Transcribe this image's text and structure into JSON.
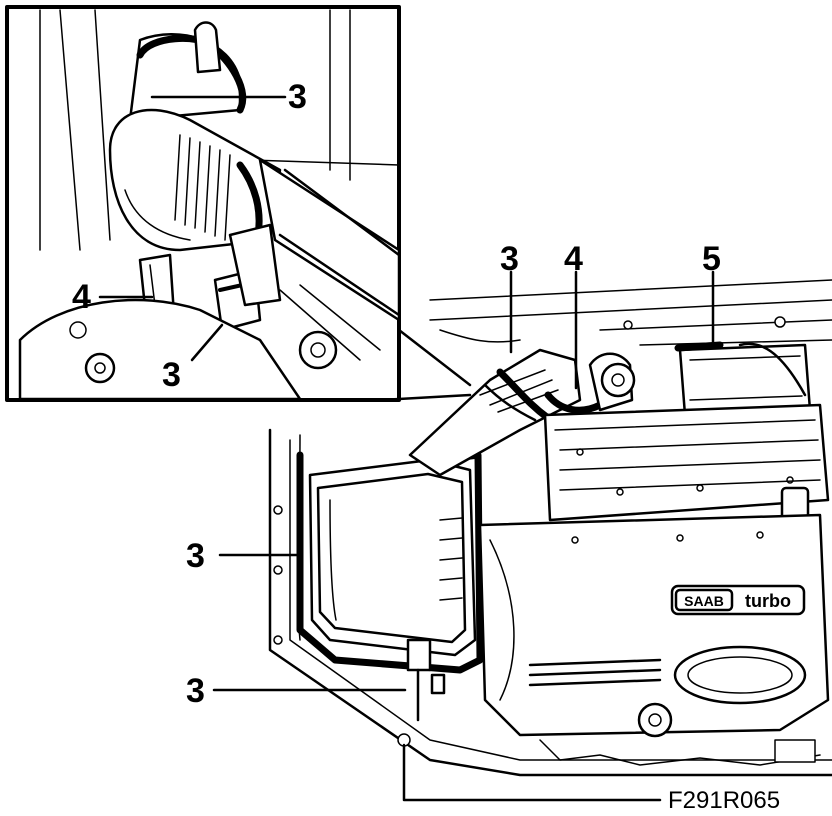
{
  "figure": {
    "id": "F291R065",
    "brand_badge": {
      "left": "SAAB",
      "right": "turbo"
    }
  },
  "callouts": [
    {
      "label": "3"
    },
    {
      "label": "4"
    },
    {
      "label": "3"
    },
    {
      "label": "3"
    },
    {
      "label": "4"
    },
    {
      "label": "5"
    },
    {
      "label": "3"
    },
    {
      "label": "3"
    }
  ]
}
